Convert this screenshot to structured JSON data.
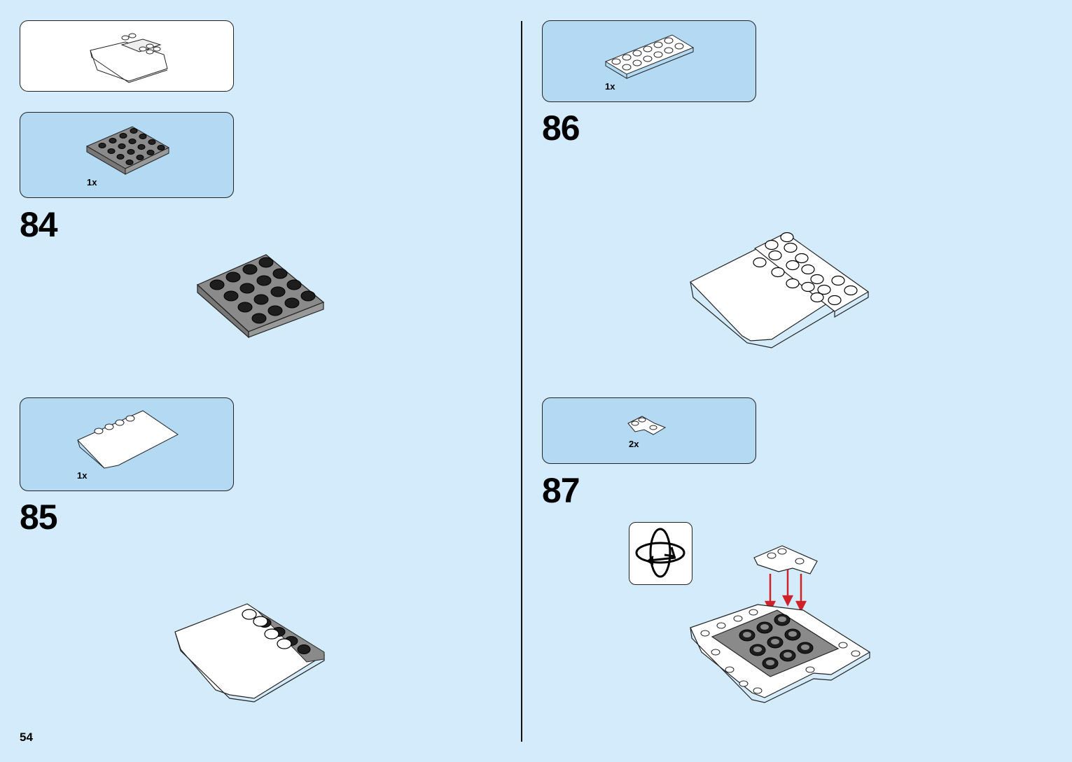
{
  "page_number": "54",
  "steps": [
    {
      "number": "84",
      "parts_qty": "1x"
    },
    {
      "number": "85",
      "parts_qty": "1x"
    },
    {
      "number": "86",
      "parts_qty": "1x"
    },
    {
      "number": "87",
      "parts_qty": "2x"
    }
  ],
  "icons": {
    "rotate": "rotate-model-icon"
  },
  "colors": {
    "background": "#d3ebfa",
    "parts_box": "#b3d9f3",
    "arrow": "#d0202a",
    "dark_brick": "#8a8a8a"
  }
}
